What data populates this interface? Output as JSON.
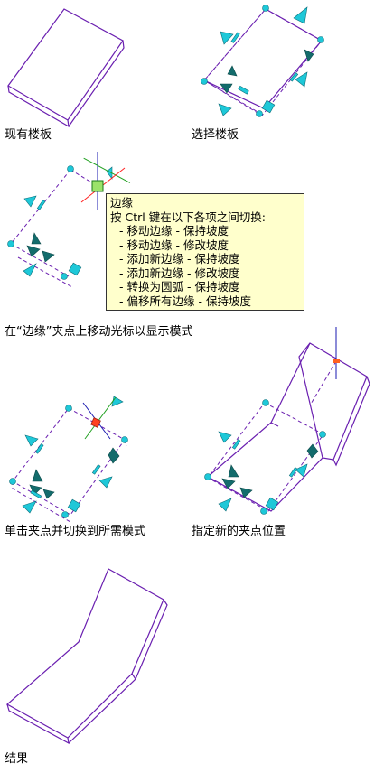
{
  "captions": {
    "existing": "现有楼板",
    "select": "选择楼板",
    "hover": "在“边缘”夹点上移动光标以显示模式",
    "click": "单击夹点并切换到所需模式",
    "specify": "指定新的夹点位置",
    "result": "结果"
  },
  "tooltip": {
    "title": "边缘",
    "subtitle": "按 Ctrl 键在以下各项之间切换:",
    "items": [
      "- 移动边缘 - 保持坡度",
      "- 移动边缘 - 修改坡度",
      "- 添加新边缘 - 保持坡度",
      "- 添加新边缘 - 修改坡度",
      "- 转换为圆弧 - 保持坡度",
      "- 偏移所有边缘 - 保持坡度"
    ]
  },
  "colors": {
    "slab_outline": "#6a1fb0",
    "grip": "#1ec8d8",
    "grip_dark": "#136c6c",
    "tooltip_bg": "#ffffcc",
    "crosshair_v": "#1a1ab0",
    "crosshair_d": "#ff2020",
    "crosshair_g": "#20a020"
  }
}
